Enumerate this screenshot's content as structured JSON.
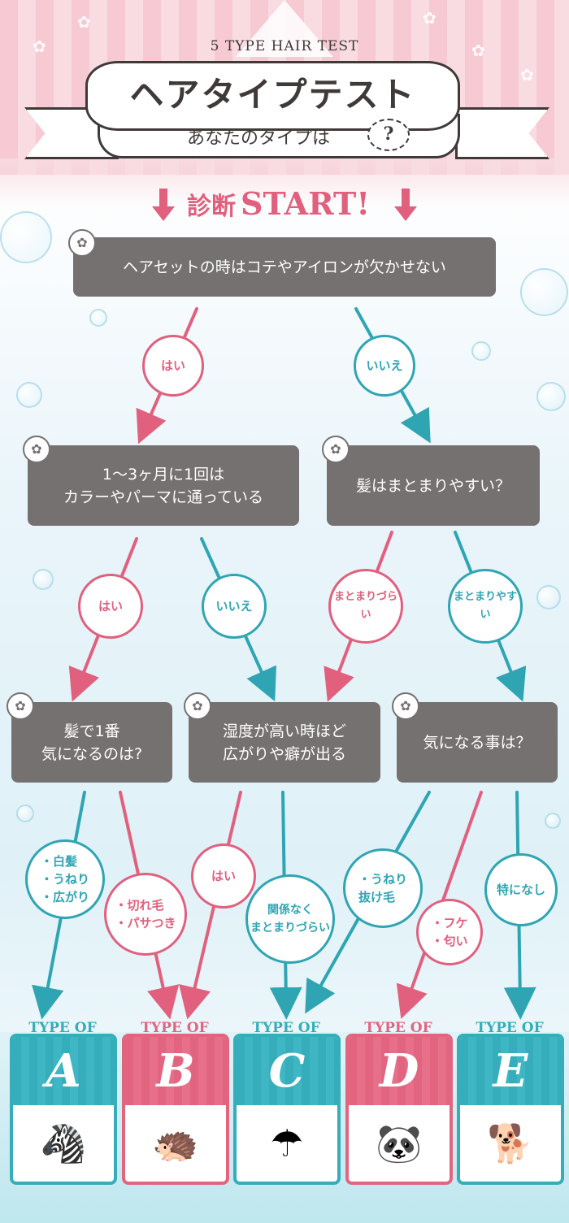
{
  "header": {
    "subtitle_en": "5 TYPE HAIR TEST",
    "title": "ヘアタイプテスト",
    "tagline": "あなたのタイプは",
    "tagline_mark": "?"
  },
  "start": {
    "jp": "診断",
    "en": "START!"
  },
  "questions": {
    "q1": "ヘアセットの時はコテやアイロンが欠かせない",
    "q2_line1": "1〜3ヶ月に1回は",
    "q2_line2": "カラーやパーマに通っている",
    "q3": "髪はまとまりやすい？",
    "q4_line1": "髪で1番",
    "q4_line2": "気になるのは?",
    "q5_line1": "湿度が高い時ほど",
    "q5_line2": "広がりや癖が出る",
    "q6": "気になる事は？"
  },
  "answers": {
    "a1_yes": "はい",
    "a1_no": "いいえ",
    "a2_yes": "はい",
    "a2_no": "いいえ",
    "a3_hard": "まとまりづらい",
    "a3_easy": "まとまりやすい",
    "a4_1_l1": "・白髪",
    "a4_1_l2": "・うねり",
    "a4_1_l3": "・広がり",
    "a4_2_l1": "・切れ毛",
    "a4_2_l2": "・パサつき",
    "a5_yes": "はい",
    "a5_other_l1": "関係なく",
    "a5_other_l2": "まとまりづらい",
    "a6_1_l1": "・うねり",
    "a6_1_l2": "抜け毛",
    "a6_2_l1": "・フケ",
    "a6_2_l2": "・匂い",
    "a6_3": "特になし"
  },
  "types": [
    {
      "label": "TYPE OF",
      "letter": "A",
      "icon": "zebra-icon",
      "color": "#35adbb"
    },
    {
      "label": "TYPE OF",
      "letter": "B",
      "icon": "hedgehog-icon",
      "color": "#e26580"
    },
    {
      "label": "TYPE OF",
      "letter": "C",
      "icon": "alpaca-icon",
      "color": "#35adbb"
    },
    {
      "label": "TYPE OF",
      "letter": "D",
      "icon": "panda-icon",
      "color": "#e26580"
    },
    {
      "label": "TYPE OF",
      "letter": "E",
      "icon": "shiba-icon",
      "color": "#35adbb"
    }
  ],
  "colors": {
    "pink": "#e0607e",
    "teal": "#2fa5b3",
    "box": "#757170"
  }
}
